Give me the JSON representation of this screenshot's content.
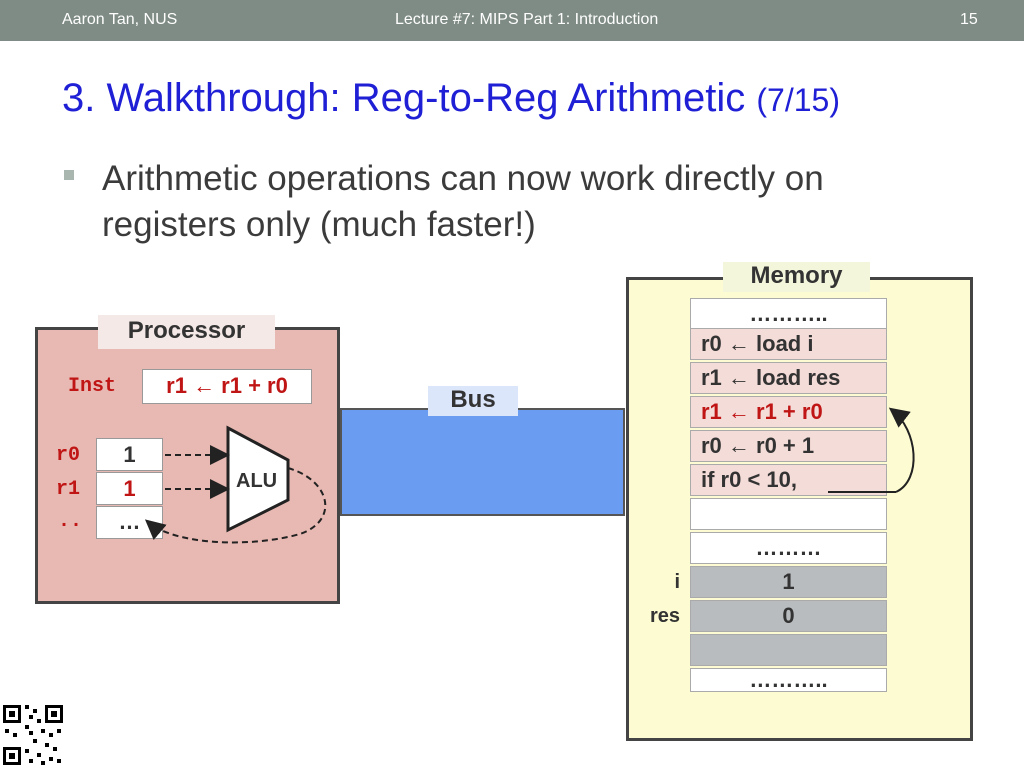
{
  "header": {
    "author": "Aaron Tan, NUS",
    "lecture": "Lecture #7: MIPS Part 1: Introduction",
    "page": "15"
  },
  "slide": {
    "title": "3. Walkthrough: Reg-to-Reg Arithmetic",
    "title_sub": "(7/15)",
    "bullet": "Arithmetic operations can now work directly on registers only (much faster!)"
  },
  "processor": {
    "label": "Processor",
    "inst_label": "Inst",
    "instruction": "r1 ← r1 + r0",
    "registers": [
      {
        "name": "r0",
        "value": "1"
      },
      {
        "name": "r1",
        "value": "1"
      },
      {
        "name": "..",
        "value": "…"
      }
    ],
    "alu_label": "ALU"
  },
  "bus": {
    "label": "Bus"
  },
  "memory": {
    "label": "Memory",
    "cells": [
      {
        "text": "……….."
      },
      {
        "text": "r0  ← load i"
      },
      {
        "text": "r1  ← load res"
      },
      {
        "text": "r1 ← r1 + r0"
      },
      {
        "text": "r0 ← r0 + 1"
      },
      {
        "text": "if r0 < 10,"
      },
      {
        "text": ""
      },
      {
        "text": "………"
      },
      {
        "label": "i",
        "text": "1"
      },
      {
        "label": "res",
        "text": "0"
      },
      {
        "text": ""
      },
      {
        "text": "……….."
      }
    ]
  }
}
